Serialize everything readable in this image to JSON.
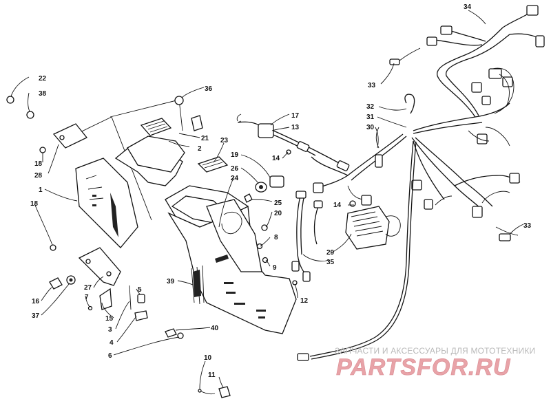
{
  "callouts": [
    {
      "id": "c34a",
      "text": "34"
    },
    {
      "id": "c33a",
      "text": "33"
    },
    {
      "id": "c32",
      "text": "32"
    },
    {
      "id": "c31",
      "text": "31"
    },
    {
      "id": "c30",
      "text": "30"
    },
    {
      "id": "c14a",
      "text": "14"
    },
    {
      "id": "c29",
      "text": "29"
    },
    {
      "id": "c35",
      "text": "35"
    },
    {
      "id": "c33b",
      "text": "33"
    },
    {
      "id": "c22",
      "text": "22"
    },
    {
      "id": "c38",
      "text": "38"
    },
    {
      "id": "c36",
      "text": "36"
    },
    {
      "id": "c17",
      "text": "17"
    },
    {
      "id": "c13",
      "text": "13"
    },
    {
      "id": "c14b",
      "text": "14"
    },
    {
      "id": "c21",
      "text": "21"
    },
    {
      "id": "c2",
      "text": "2"
    },
    {
      "id": "c23",
      "text": "23"
    },
    {
      "id": "c19",
      "text": "19"
    },
    {
      "id": "c26",
      "text": "26"
    },
    {
      "id": "c24",
      "text": "24"
    },
    {
      "id": "c25",
      "text": "25"
    },
    {
      "id": "c20",
      "text": "20"
    },
    {
      "id": "c8",
      "text": "8"
    },
    {
      "id": "c9",
      "text": "9"
    },
    {
      "id": "c12",
      "text": "12"
    },
    {
      "id": "c18a",
      "text": "18"
    },
    {
      "id": "c28",
      "text": "28"
    },
    {
      "id": "c1",
      "text": "1"
    },
    {
      "id": "c18b",
      "text": "18"
    },
    {
      "id": "c27",
      "text": "27"
    },
    {
      "id": "c16",
      "text": "16"
    },
    {
      "id": "c37",
      "text": "37"
    },
    {
      "id": "c7",
      "text": "7"
    },
    {
      "id": "c15",
      "text": "15"
    },
    {
      "id": "c5",
      "text": "5"
    },
    {
      "id": "c39",
      "text": "39"
    },
    {
      "id": "c3",
      "text": "3"
    },
    {
      "id": "c4",
      "text": "4"
    },
    {
      "id": "c6",
      "text": "6"
    },
    {
      "id": "c40",
      "text": "40"
    },
    {
      "id": "c10",
      "text": "10"
    },
    {
      "id": "c11",
      "text": "11"
    }
  ],
  "watermark": {
    "tagline": "ЗАПЧАСТИ И АКСЕССУАРЫ ДЛЯ МОТОТЕХНИКИ",
    "logo": "PARTSFOR.RU"
  }
}
